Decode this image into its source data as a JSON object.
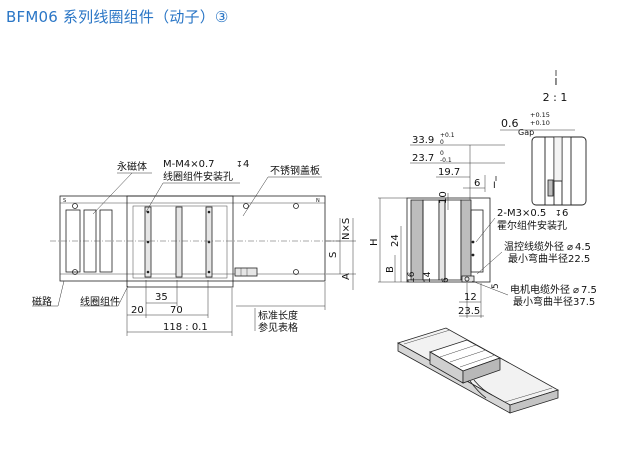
{
  "title": "BFM06 系列线圈组件（动子）③",
  "detail": {
    "scale": "2 : 1",
    "gap_value": "0.6",
    "gap_tol_upper": "+0.15",
    "gap_tol_lower": "+0.10",
    "gap_label": "Gap"
  },
  "front_view": {
    "label_magnet": "永磁体",
    "label_hole_spec": "M-M4×0.7",
    "label_hole_depth": "4",
    "label_hole_desc": "线圈组件安装孔",
    "label_cover": "不锈钢盖板",
    "label_track": "磁路",
    "label_coil": "线圈组件",
    "dim_35": "35",
    "dim_20": "20",
    "dim_70": "70",
    "dim_118": "118 : 0.1",
    "std_length_1": "标准长度",
    "std_length_2": "参见表格",
    "dim_NS": "N×S",
    "dim_S": "S",
    "dim_A": "A"
  },
  "side_view": {
    "dim_33_9": "33.9",
    "tol_33_9_upper": "+0.1",
    "tol_33_9_lower": "0",
    "dim_23_7": "23.7",
    "tol_23_7_upper": "0",
    "tol_23_7_lower": "-0.1",
    "dim_19_7": "19.7",
    "dim_6_top": "6",
    "dim_10": "10",
    "dim_H": "H",
    "dim_24": "24",
    "dim_B": "B",
    "dim_16": "16",
    "dim_14": "14",
    "dim_6_low": "6",
    "dim_5": "5",
    "dim_12": "12",
    "dim_23_5": "23.5",
    "hall_spec": "2-M3×0.5",
    "hall_depth": "6",
    "hall_desc": "霍尔组件安装孔",
    "temp_cable": "温控线缆外径",
    "temp_cable_d": "4.5",
    "temp_bend": "最小弯曲半径22.5",
    "motor_cable": "电机电缆外径",
    "motor_cable_d": "7.5",
    "motor_bend": "最小弯曲半径37.5",
    "section_mark": "I"
  },
  "view_marks": {
    "detail_mark": "I",
    "front_s": "S",
    "front_n": "N"
  }
}
